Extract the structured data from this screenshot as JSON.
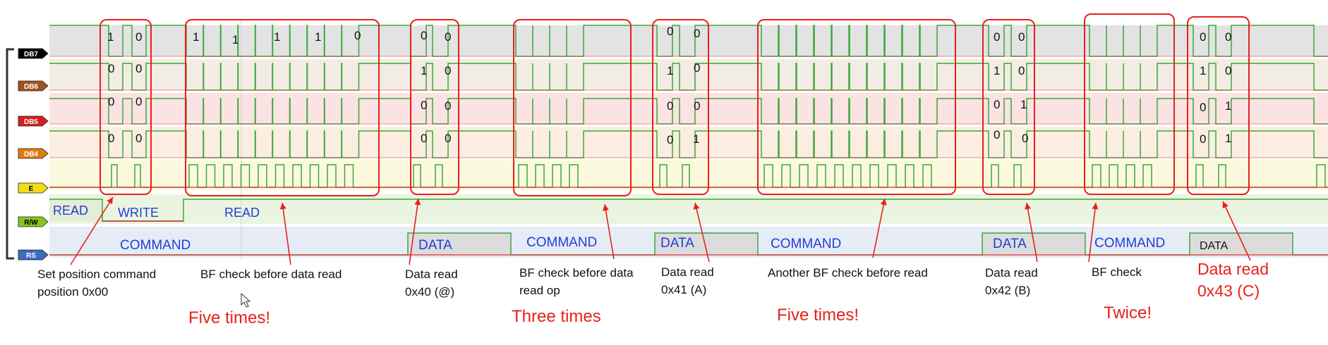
{
  "channels": [
    {
      "id": "db7",
      "label": "DB7",
      "color": "#000000",
      "text_color": "#ffffff",
      "band": "#e3e3e3"
    },
    {
      "id": "db6",
      "label": "DB6",
      "color": "#a0521e",
      "text_color": "#ffffff",
      "band": "#f3ece4"
    },
    {
      "id": "db5",
      "label": "DB5",
      "color": "#d32020",
      "text_color": "#ffffff",
      "band": "#fbe3e3"
    },
    {
      "id": "db4",
      "label": "DB4",
      "color": "#e07b10",
      "text_color": "#ffffff",
      "band": "#fbeee0"
    },
    {
      "id": "e",
      "label": "E",
      "color": "#f2dc17",
      "text_color": "#000000",
      "band": "#fbf8de"
    },
    {
      "id": "rw",
      "label": "R/W",
      "color": "#86c71e",
      "text_color": "#000000",
      "band": "#ebf4e0"
    },
    {
      "id": "rs",
      "label": "RS",
      "color": "#3a6dbf",
      "text_color": "#ffffff",
      "band": "#e6ecf6"
    }
  ],
  "bit_values": {
    "db7": [
      "1",
      "0",
      "1",
      "1",
      "1",
      "1",
      "0",
      "0",
      "0",
      "0",
      "0",
      "0",
      "0",
      "0",
      "0"
    ],
    "db6": [
      "0",
      "0",
      "1",
      "0",
      "1",
      "0",
      "1",
      "0",
      "1",
      "0"
    ],
    "db5": [
      "0",
      "0",
      "0",
      "0",
      "0",
      "0",
      "0",
      "1",
      "0",
      "1"
    ],
    "db4": [
      "0",
      "0",
      "0",
      "0",
      "0",
      "1",
      "0",
      "0",
      "0",
      "1"
    ]
  },
  "rw_labels": [
    "READ",
    "WRITE",
    "READ"
  ],
  "rs_labels": [
    "COMMAND",
    "DATA",
    "COMMAND",
    "DATA",
    "COMMAND",
    "DATA",
    "COMMAND",
    "DATA"
  ],
  "notes": [
    "Set position command\nposition 0x00",
    "BF check before data read",
    "Data read\n0x40 (@)",
    "BF check before data\nread op",
    "Data read\n0x41 (A)",
    "Another BF check before read",
    "Data read\n0x42 (B)",
    "BF check",
    "Data read\n0x43 (C)"
  ],
  "counts": [
    "Five times!",
    "Three times",
    "Five times!",
    "Twice!"
  ],
  "colors": {
    "annotation": "#e8201c",
    "signal_high": "#3aa83a",
    "signal_low": "#d83030",
    "label_blue": "#1f3fd8",
    "text": "#111111"
  }
}
